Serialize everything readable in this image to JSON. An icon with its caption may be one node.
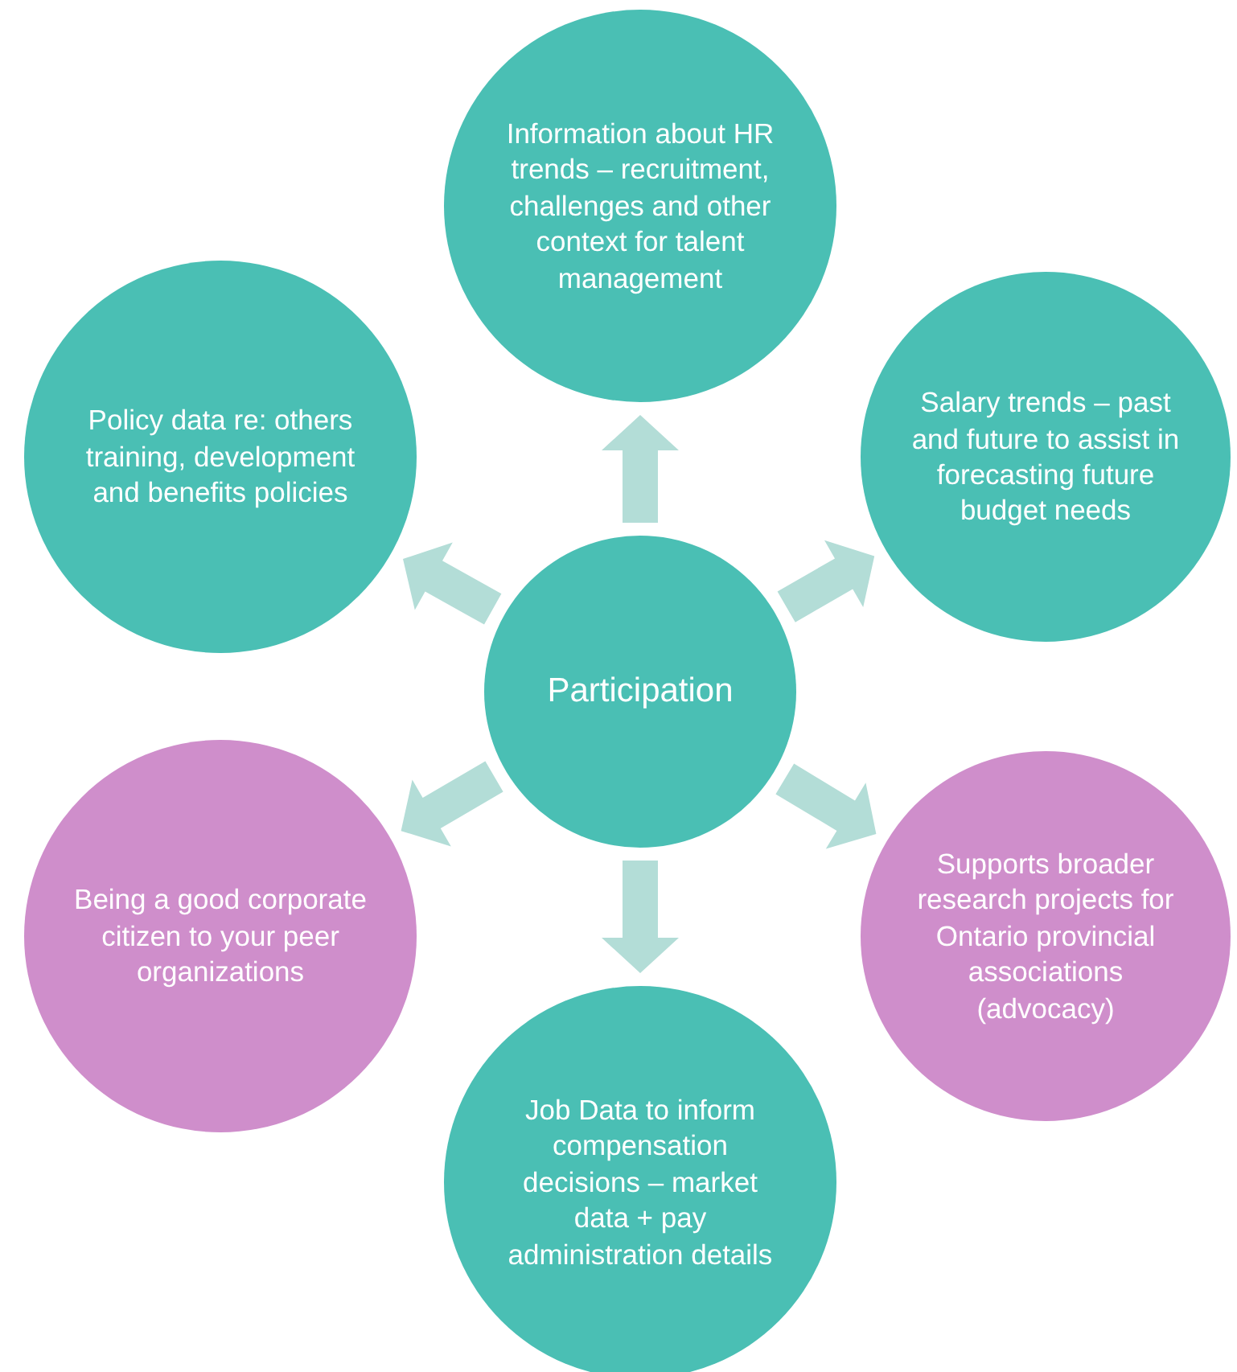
{
  "diagram": {
    "nodes": [
      {
        "text": [
          "Information about HR trends – recruitment, challenges and other context for talent management"
        ]
      },
      {
        "text": [
          "Policy data re: others training, development and benefits policies"
        ]
      },
      {
        "text": [
          "Salary trends – past and future to assist in forecasting future budget needs"
        ]
      },
      {
        "text": [
          "Participation"
        ]
      },
      {
        "text": [
          "Being a good corporate citizen to your peer organizations"
        ]
      },
      {
        "text": [
          "Supports broader research projects for Ontario provincial associations (advocacy)"
        ]
      },
      {
        "text": [
          "Job Data to inform compensation decisions – market data + pay administration details"
        ]
      }
    ],
    "edges": [
      {
        "from": 3,
        "to": 0,
        "arrow": "to"
      },
      {
        "from": 3,
        "to": 1,
        "arrow": "to"
      },
      {
        "from": 3,
        "to": 2,
        "arrow": "to"
      },
      {
        "from": 3,
        "to": 4,
        "arrow": "to"
      },
      {
        "from": 3,
        "to": 5,
        "arrow": "to"
      },
      {
        "from": 3,
        "to": 6,
        "arrow": "to"
      }
    ]
  }
}
